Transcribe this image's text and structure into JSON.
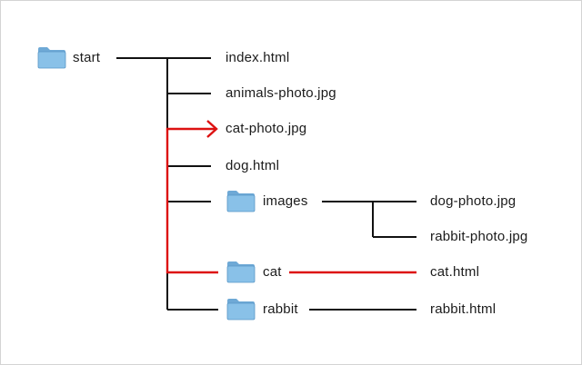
{
  "colors": {
    "line": "#111111",
    "highlight": "#dd1111",
    "folder_body": "#89c1e8",
    "folder_tab": "#6ea9d6",
    "folder_edge": "#5a97c6"
  },
  "icons": {
    "folder": "folder-icon"
  },
  "tree": {
    "root": {
      "label": "start"
    },
    "level1": [
      {
        "label": "index.html"
      },
      {
        "label": "animals-photo.jpg"
      },
      {
        "label": "cat-photo.jpg"
      },
      {
        "label": "dog.html"
      },
      {
        "label": "images"
      },
      {
        "label": "cat"
      },
      {
        "label": "rabbit"
      }
    ],
    "images_children": [
      {
        "label": "dog-photo.jpg"
      },
      {
        "label": "rabbit-photo.jpg"
      }
    ],
    "cat_children": [
      {
        "label": "cat.html"
      }
    ],
    "rabbit_children": [
      {
        "label": "rabbit.html"
      }
    ]
  }
}
